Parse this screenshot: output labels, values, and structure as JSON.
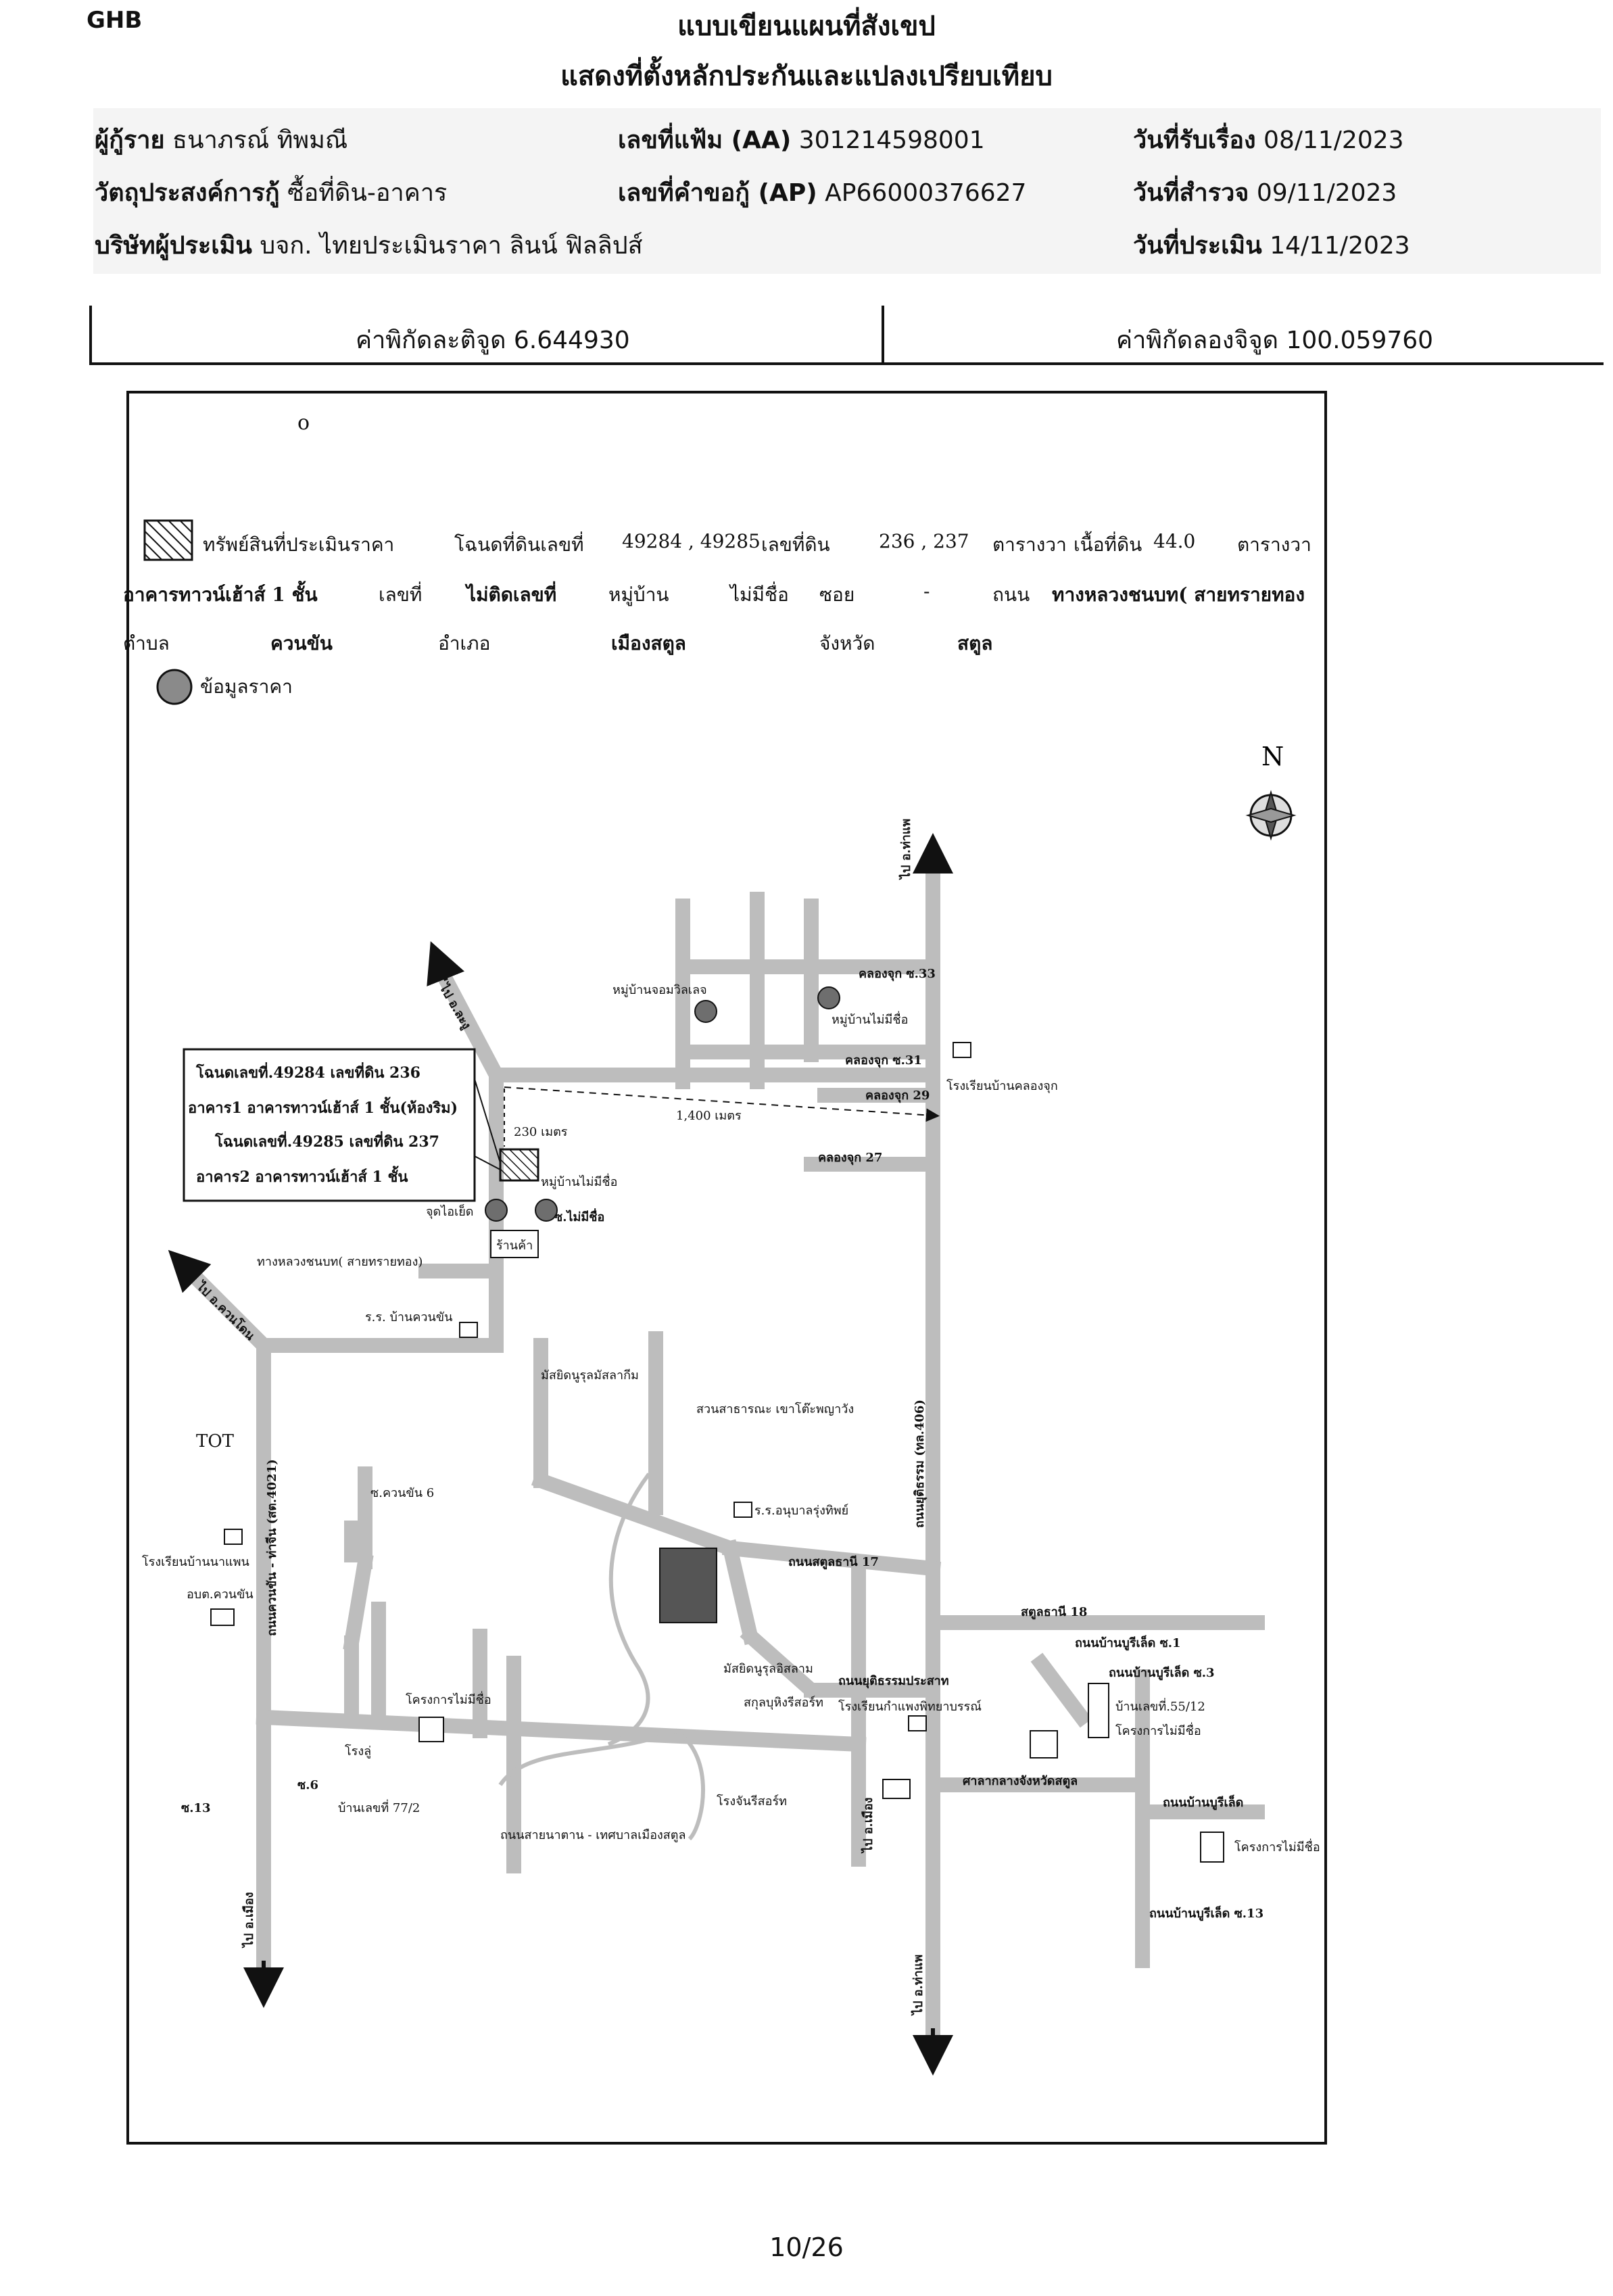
{
  "header": {
    "logo_text": "GHB",
    "title_line1": "แบบเขียนแผนที่สังเขป",
    "title_line2": "แสดงที่ตั้งหลักประกันและแปลงเปรียบเทียบ"
  },
  "info": {
    "borrower_label": "ผู้กู้ราย",
    "borrower_value": "ธนาภรณ์ ทิพมณี",
    "file_no_label": "เลขที่แฟ้ม (AA)",
    "file_no_value": "301214598001",
    "received_label": "วันที่รับเรื่อง",
    "received_value": "08/11/2023",
    "purpose_label": "วัตถุประสงค์การกู้",
    "purpose_value": "ซื้อที่ดิน-อาคาร",
    "request_no_label": "เลขที่คำขอกู้ (AP)",
    "request_no_value": "AP66000376627",
    "survey_label": "วันที่สำรวจ",
    "survey_value": "09/11/2023",
    "appraiser_label": "บริษัทผู้ประเมิน",
    "appraiser_value": "บจก. ไทยประเมินราคา ลินน์ ฟิลลิปส์",
    "appraisal_label": "วันที่ประเมิน",
    "appraisal_value": "14/11/2023"
  },
  "coords": {
    "lat_text": "ค่าพิกัดละติจูด 6.644930",
    "lon_text": "ค่าพิกัดลองจิจูด 100.059760"
  },
  "legend": {
    "small_circle": "o",
    "asset_label": "ทรัพย์สินที่ประเมินราคา",
    "deed_label": "โฉนดที่ดินเลขที่",
    "deed_value": "49284 , 49285",
    "land_no_label": "เลขที่ดิน",
    "land_no_value": "236 , 237",
    "unit1": "ตารางวา",
    "area_label": "เนื้อที่ดิน",
    "area_value": "44.0",
    "unit2": "ตารางวา",
    "building_type": "อาคารทาวน์เฮ้าส์ 1 ชั้น",
    "house_no_label": "เลขที่",
    "house_no_value": "ไม่ติดเลขที่",
    "village_label": "หมู่บ้าน",
    "village_value": "ไม่มีชื่อ",
    "soi_label": "ซอย",
    "soi_value": "-",
    "road_label": "ถนน",
    "road_value": "ทางหลวงชนบท( สายทรายทอง",
    "tambon_label": "ตำบล",
    "tambon_value": "ควนขัน",
    "amphoe_label": "อำเภอ",
    "amphoe_value": "เมืองสตูล",
    "province_label": "จังหวัด",
    "province_value": "สตูล",
    "price_data_label": "ข้อมูลราคา"
  },
  "map": {
    "north": "N",
    "box_line1": "โฉนดเลขที่.49284 เลขที่ดิน 236",
    "box_line2": "อาคาร1 อาคารทาวน์เฮ้าส์ 1 ชั้น(ห้องริม)",
    "box_line3": "โฉนดเลขที่.49285 เลขที่ดิน 237",
    "box_line4": "อาคาร2 อาคารทาวน์เฮ้าส์ 1 ชั้น",
    "dist_230": "230 เมตร",
    "dist_1400": "1,400 เมตร",
    "village_no_name_1": "หมู่บ้านไม่มีชื่อ",
    "village_no_name_2": "หมู่บ้านไม่มีชื่อ",
    "village_jom": "หมู่บ้านจอมวิลเลจ",
    "klongjuk33": "คลองจุก ซ.33",
    "klongjuk31": "คลองจุก ซ.31",
    "klongjuk29": "คลองจุก 29",
    "klongjuk27": "คลองจุก 27",
    "school_klongjuk": "โรงเรียนบ้านคลองจุก",
    "jud_okay": "จุดไอเย็ด",
    "shop": "ร้านค้า",
    "no_name_road": "ซ.ไม่มีชื่อ",
    "rural_road": "ทางหลวงชนบท( สายทรายทอง)",
    "school_kuankhan": "ร.ร. บ้านควนขัน",
    "tot": "TOT",
    "mosque1": "มัสยิดนูรุลมัสลากีม",
    "park": "สวนสาธารณะ เขาโต๊ะพญาวัง",
    "soi_khan6": "ซ.ควนขัน 6",
    "school_anuban": "ร.ร.อนุบาลรุ่งทิพย์",
    "school_nanaphan": "โรงเรียนบ้านนาแพน",
    "obt": "อบต.ควนขัน",
    "satun_road17": "ถนนสตูลธานี 17",
    "satun18": "สตูลธานี 18",
    "soi_pan1": "ถนนบ้านบูรีเล็ด ซ.1",
    "soi_pan3": "ถนนบ้านบูรีเล็ด ซ.3",
    "road_prasaat": "ถนนยุติธรรมประสาท",
    "school_kamphan": "โรงเรียนกำแพงพิทยาบรรณ์",
    "house_no_unk": "บ้านเลขที่.55/12",
    "project_no_name1": "โครงการไม่มีชื่อ",
    "project_no_name2": "โครงการไม่มีชื่อ",
    "project_no_name3": "โครงการไม่มีชื่อ",
    "mosque2": "มัสยิดนูรุลอิสลาม",
    "sakol_resort": "สกุลบุหิงรีสอร์ท",
    "resort2": "โรงจันรีสอร์ท",
    "rong_lu": "โรงลู่",
    "court": "ศาลากลางจังหวัดสตูล",
    "house77": "บ้านเลขที่ 77/2",
    "soi_13": "ซ.13",
    "soi_6": "ซ.6",
    "road_nayanta": "ถนนสายนาตาน - เทศบาลเมืองสตูล",
    "road_panburi": "ถนนบ้านบูรีเล็ด",
    "road_panburi13": "ถนนบ้านบูรีเล็ด ซ.13",
    "to_ban_pan": "ไป อ.ท่าแพ",
    "to_tham": "ไป อ.ละงู",
    "to_ban_kuan": "ไป อ.ควนโดน",
    "to_thung": "ไป อ.ท่าแพ",
    "to_bottom_left": "ไป อ.เมือง",
    "to_bottom": "ไป อ.เมือง",
    "hwy_vertical": "ถนนยุติธรรม (ทล.406)",
    "road_left_vertical": "ถนนควนขัน - ท่าจีน (สต.4021)"
  },
  "page": {
    "number": "10/26"
  }
}
